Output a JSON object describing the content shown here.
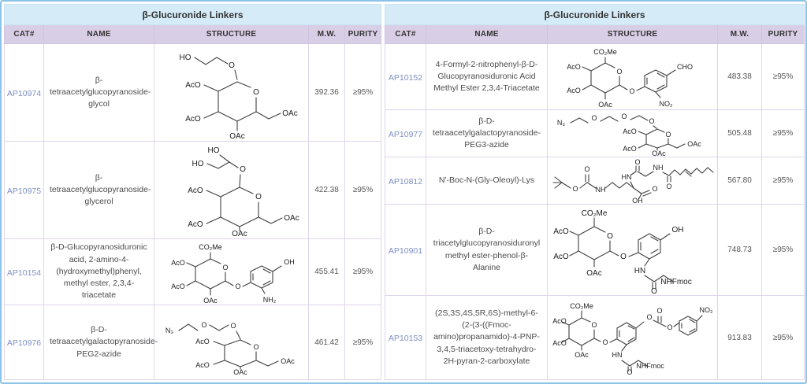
{
  "tables": [
    {
      "title": "β-Glucuronide Linkers",
      "columns": [
        "CAT#",
        "NAME",
        "STRUCTURE",
        "M.W.",
        "PURITY"
      ],
      "rows": [
        {
          "cat": "AP10974",
          "name": "β-tetraacetylglucopyranoside-glycol",
          "mw": "392.36",
          "purity": "≥95%"
        },
        {
          "cat": "AP10975",
          "name": "β-tetraacetylglucopyranoside-glycerol",
          "mw": "422.38",
          "purity": "≥95%"
        },
        {
          "cat": "AP10154",
          "name": "β-D-Glucopyranosiduronic acid, 2-amino-4-(hydroxymethyl)phenyl, methyl ester, 2,3,4-triacetate",
          "mw": "455.41",
          "purity": "≥95%"
        },
        {
          "cat": "AP10976",
          "name": "β-D-tetraacetylgalactopyranoside-PEG2-azide",
          "mw": "461.42",
          "purity": "≥95%"
        }
      ]
    },
    {
      "title": "β-Glucuronide Linkers",
      "columns": [
        "CAT#",
        "NAME",
        "STRUCTURE",
        "M.W.",
        "PURITY"
      ],
      "rows": [
        {
          "cat": "AP10152",
          "name": "4-Formyl-2-nitrophenyl-β-D-Glucopyranosiduronic Acid Methyl Ester 2,3,4-Triacetate",
          "mw": "483.38",
          "purity": "≥95%"
        },
        {
          "cat": "AP10977",
          "name": "β-D-tetraacetylgalactopyranoside-PEG3-azide",
          "mw": "505.48",
          "purity": "≥95%"
        },
        {
          "cat": "AP10812",
          "name": "N'-Boc-N-(Gly-Oleoyl)-Lys",
          "mw": "567.80",
          "purity": "≥95%"
        },
        {
          "cat": "AP10901",
          "name": "β-D-triacetylglucopyranosiduronyl methyl ester-phenol-β-Alanine",
          "mw": "748.73",
          "purity": "≥95%"
        },
        {
          "cat": "AP10153",
          "name": "(2S,3S,4S,5R,6S)-methyl-6-(2-(3-((Fmoc-amino)propanamido)-4-PNP-3,4,5-triacetoxy-tetrahydro-2H-pyran-2-carboxylate",
          "mw": "913.83",
          "purity": "≥95%"
        }
      ]
    }
  ],
  "structures": {
    "ap10974": {
      "labels": [
        "HO",
        "O",
        "O",
        "AcO",
        "AcO",
        "OAc",
        "OAc"
      ]
    },
    "ap10975": {
      "labels": [
        "HO",
        "HO",
        "O",
        "O",
        "AcO",
        "AcO",
        "OAc",
        "OAc"
      ]
    },
    "ap10154": {
      "labels": [
        "CO₂Me",
        "O",
        "AcO",
        "AcO",
        "OAc",
        "O",
        "OH",
        "NH₂"
      ]
    },
    "ap10976": {
      "labels": [
        "N₃",
        "O",
        "O",
        "O",
        "AcO",
        "AcO",
        "OAc",
        "OAc"
      ]
    },
    "ap10152": {
      "labels": [
        "CO₂Me",
        "O",
        "AcO",
        "AcO",
        "OAc",
        "O",
        "CHO",
        "NO₂"
      ]
    },
    "ap10977": {
      "labels": [
        "N₃",
        "O",
        "O",
        "O",
        "O",
        "AcO",
        "AcO",
        "OAc",
        "OAc"
      ]
    },
    "ap10812": {
      "labels": [
        "O",
        "O",
        "NH",
        "O",
        "OH",
        "HN",
        "O",
        "NH",
        "O"
      ]
    },
    "ap10901": {
      "labels": [
        "CO₂Me",
        "O",
        "AcO",
        "AcO",
        "OAc",
        "O",
        "OH",
        "HN",
        "O",
        "NHFmoc"
      ]
    },
    "ap10153": {
      "labels": [
        "CO₂Me",
        "O",
        "AcO",
        "AcO",
        "OAc",
        "O",
        "O",
        "O",
        "O",
        "NO₂",
        "HN",
        "O",
        "NHFmoc"
      ]
    }
  }
}
